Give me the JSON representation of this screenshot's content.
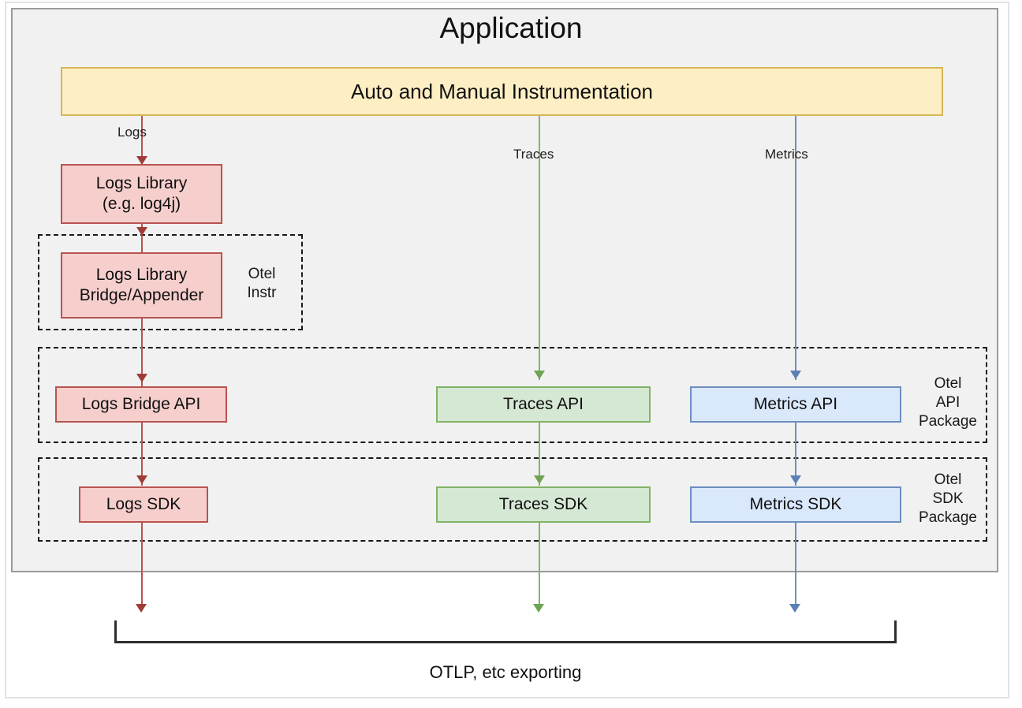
{
  "diagram": {
    "title": "Application",
    "container_label": "Application",
    "colors": {
      "app_background": "#f1f1f1",
      "app_border": "#9a9a9a",
      "page_border": "#dfe3e8",
      "logs_fill": "#f6cfcd",
      "logs_stroke": "#b85450",
      "traces_fill": "#d5e8d4",
      "traces_stroke": "#82b366",
      "metrics_fill": "#dae8fc",
      "metrics_stroke": "#6c8ebf",
      "instrumentation_fill": "#fdeec4",
      "instrumentation_stroke": "#d6b656",
      "dashed_stroke": "#1a1a1a",
      "bracket_stroke": "#2e2e2e"
    },
    "instrumentation_bar": {
      "label": "Auto and Manual Instrumentation"
    },
    "signals": [
      {
        "name": "logs",
        "edge_label": "Logs"
      },
      {
        "name": "traces",
        "edge_label": "Traces"
      },
      {
        "name": "metrics",
        "edge_label": "Metrics"
      }
    ],
    "boxes": {
      "logs_library": "Logs Library\n(e.g. log4j)",
      "logs_library_line1": "Logs Library",
      "logs_library_line2": "(e.g. log4j)",
      "logs_bridge_appender_line1": "Logs Library",
      "logs_bridge_appender_line2": "Bridge/Appender",
      "logs_bridge_api": "Logs Bridge API",
      "logs_sdk": "Logs SDK",
      "traces_api": "Traces API",
      "traces_sdk": "Traces SDK",
      "metrics_api": "Metrics API",
      "metrics_sdk": "Metrics SDK"
    },
    "groups": {
      "otel_instr": {
        "line1": "Otel",
        "line2": "Instr"
      },
      "otel_api_package": {
        "line1": "Otel",
        "line2": "API",
        "line3": "Package"
      },
      "otel_sdk_package": {
        "line1": "Otel",
        "line2": "SDK",
        "line3": "Package"
      }
    },
    "export": {
      "label": "OTLP, etc exporting"
    }
  }
}
